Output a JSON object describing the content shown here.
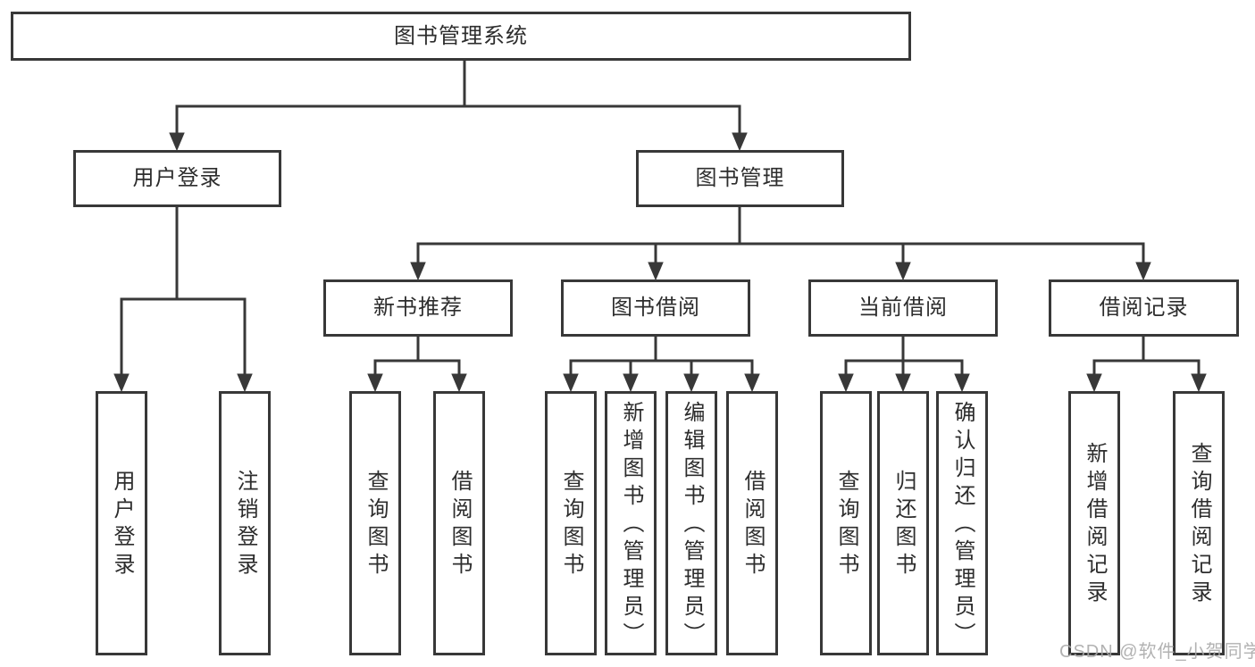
{
  "diagram": {
    "type": "tree-diagram",
    "root": {
      "label": "图书管理系统",
      "children": {
        "login": {
          "label": "用户登录",
          "children": {
            "user_login": {
              "label": "用户登录"
            },
            "logout": {
              "label": "注销登录"
            }
          }
        },
        "mgmt": {
          "label": "图书管理",
          "children": {
            "rec": {
              "label": "新书推荐",
              "children": {
                "query": {
                  "label": "查询图书"
                },
                "borrow": {
                  "label": "借阅图书"
                }
              }
            },
            "borrow": {
              "label": "图书借阅",
              "children": {
                "query": {
                  "label": "查询图书"
                },
                "add": {
                  "label": "新增图书（管理员）"
                },
                "edit": {
                  "label": "编辑图书（管理员）"
                },
                "lend": {
                  "label": "借阅图书"
                }
              }
            },
            "current": {
              "label": "当前借阅",
              "children": {
                "query": {
                  "label": "查询图书"
                },
                "return": {
                  "label": "归还图书"
                },
                "confirm": {
                  "label": "确认归还（管理员）"
                }
              }
            },
            "records": {
              "label": "借阅记录",
              "children": {
                "add": {
                  "label": "新增借阅记录"
                },
                "query": {
                  "label": "查询借阅记录"
                }
              }
            }
          }
        }
      }
    }
  },
  "watermark": {
    "text": "CSDN @软件_小贺同学"
  },
  "colors": {
    "line": "#383838",
    "text": "#2d2d2d",
    "box_background": "#ffffff",
    "watermark": "#a8a8a8",
    "background": "#ffffff"
  }
}
